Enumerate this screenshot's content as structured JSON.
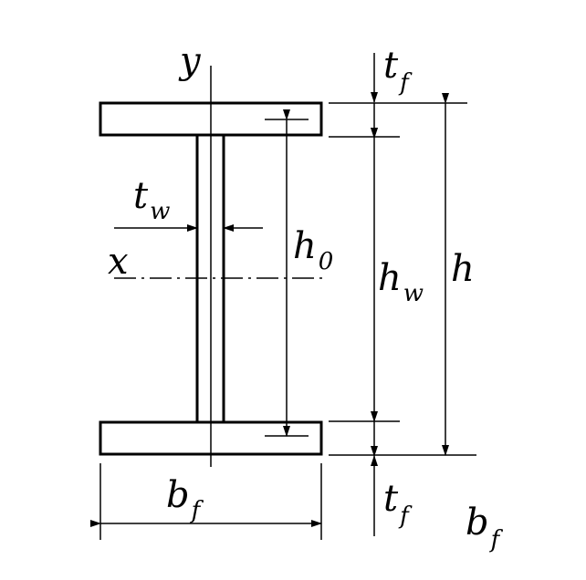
{
  "labels": {
    "y_axis": {
      "main": "y",
      "sub": ""
    },
    "x_axis": {
      "main": "x",
      "sub": ""
    },
    "tf_top": {
      "main": "t",
      "sub": "f"
    },
    "tf_bottom": {
      "main": "t",
      "sub": "f"
    },
    "tw": {
      "main": "t",
      "sub": "w"
    },
    "h0": {
      "main": "h",
      "sub": "0"
    },
    "hw": {
      "main": "h",
      "sub": "w"
    },
    "h": {
      "main": "h",
      "sub": ""
    },
    "bf": {
      "main": "b",
      "sub": "f"
    },
    "bf_extra": {
      "main": "b",
      "sub": "f"
    }
  },
  "colors": {
    "stroke": "#000000",
    "background": "#ffffff"
  }
}
